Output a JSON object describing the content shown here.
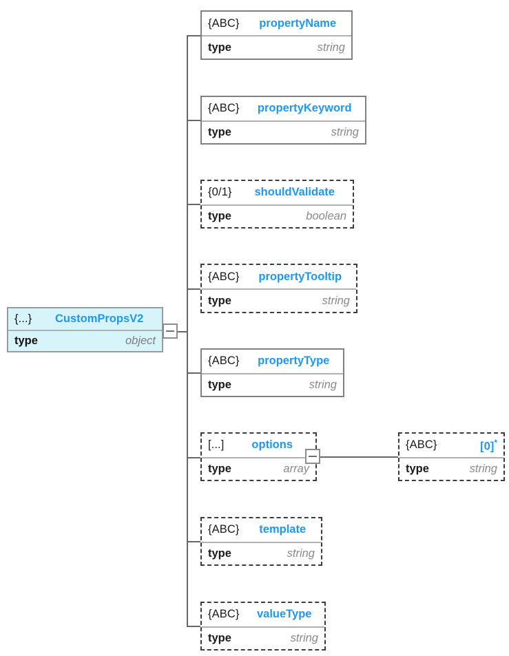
{
  "diagram": {
    "title": "CustomPropsV2 JSON schema tree",
    "colors": {
      "property_name": "#2196f3",
      "type_value": "#8a8a8a",
      "root_fill": "#d7f4fb",
      "line": "#666666",
      "solid_border": "#808080",
      "dashed_border": "#3b3b3b"
    },
    "type_label": "type",
    "root": {
      "kind": "{...}",
      "name": "CustomPropsV2",
      "type_key": "type",
      "type_value": "object",
      "required": true,
      "toggle": "collapse-toggle"
    },
    "children": [
      {
        "kind": "{ABC}",
        "name": "propertyName",
        "type_key": "type",
        "type_value": "string",
        "required": true
      },
      {
        "kind": "{ABC}",
        "name": "propertyKeyword",
        "type_key": "type",
        "type_value": "string",
        "required": true
      },
      {
        "kind": "{0/1}",
        "name": "shouldValidate",
        "type_key": "type",
        "type_value": "boolean",
        "required": false
      },
      {
        "kind": "{ABC}",
        "name": "propertyTooltip",
        "type_key": "type",
        "type_value": "string",
        "required": false
      },
      {
        "kind": "{ABC}",
        "name": "propertyType",
        "type_key": "type",
        "type_value": "string",
        "required": true
      },
      {
        "kind": "[...]",
        "name": "options",
        "type_key": "type",
        "type_value": "array",
        "required": false,
        "toggle": "collapse-toggle"
      },
      {
        "kind": "{ABC}",
        "name": "template",
        "type_key": "type",
        "type_value": "string",
        "required": false
      },
      {
        "kind": "{ABC}",
        "name": "valueType",
        "type_key": "type",
        "type_value": "string",
        "required": false
      }
    ],
    "array_item": {
      "kind": "{ABC}",
      "name": "[0]",
      "name_suffix": "*",
      "type_key": "type",
      "type_value": "string",
      "required": false
    }
  }
}
